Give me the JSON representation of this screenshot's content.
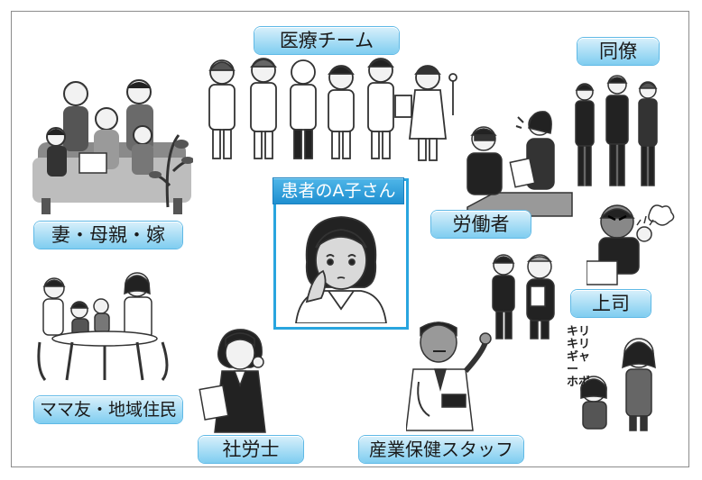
{
  "labels": {
    "medical_team": "医療チーム",
    "colleague": "同僚",
    "patient": "患者のA子さん",
    "family": "妻・母親・嫁",
    "worker": "労働者",
    "boss": "上司",
    "mama_friends": "ママ友・地域住民",
    "social_insurance": "社労士",
    "occupational_health": "産業保健スタッフ",
    "onomatopoeia": "キリキリ ギャー ホボ"
  },
  "colors": {
    "accent": "#29a5df",
    "label_light": "#8fd3f2",
    "label_dark": "#1f8fd0"
  },
  "icons": [
    "family-group-icon",
    "medical-staff-icon",
    "coworkers-icon",
    "patient-woman-icon",
    "workers-meeting-icon",
    "angry-boss-icon",
    "mothers-cafe-icon",
    "labor-consultant-icon",
    "health-staff-icon",
    "stressed-women-icon"
  ]
}
